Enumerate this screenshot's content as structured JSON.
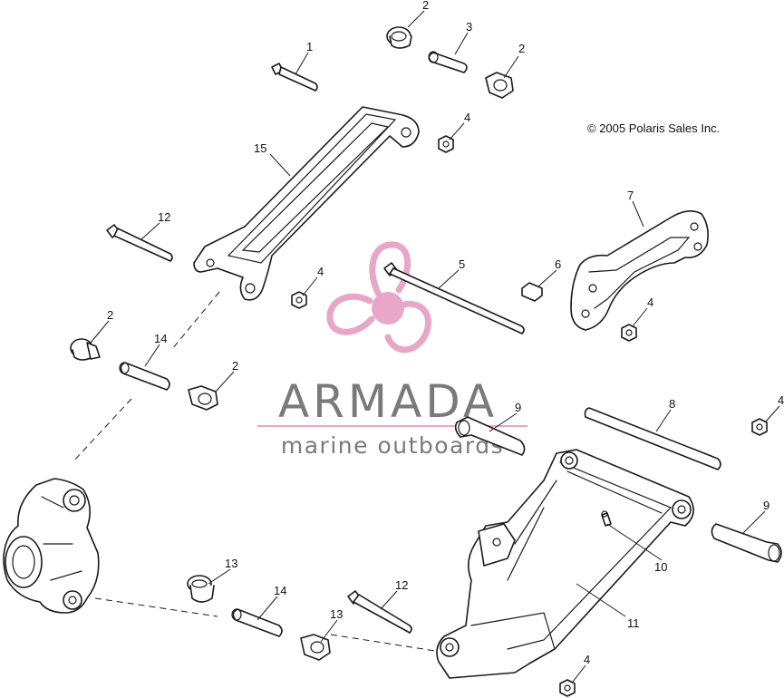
{
  "copyright": "© 2005 Polaris Sales Inc.",
  "watermark": {
    "brand": "ARMADA",
    "tagline": "marine outboards",
    "accent_color": "#e8a6c8",
    "text_color": "#7a7a7a"
  },
  "callouts": {
    "c1": "1",
    "c2a": "2",
    "c2b": "2",
    "c2c": "2",
    "c2d": "2",
    "c3": "3",
    "c4a": "4",
    "c4b": "4",
    "c4c": "4",
    "c4d": "4",
    "c4e": "4",
    "c5": "5",
    "c6": "6",
    "c7": "7",
    "c8": "8",
    "c9a": "9",
    "c9b": "9",
    "c10": "10",
    "c11": "11",
    "c12a": "12",
    "c12b": "12",
    "c13a": "13",
    "c13b": "13",
    "c14a": "14",
    "c14b": "14",
    "c15": "15"
  }
}
